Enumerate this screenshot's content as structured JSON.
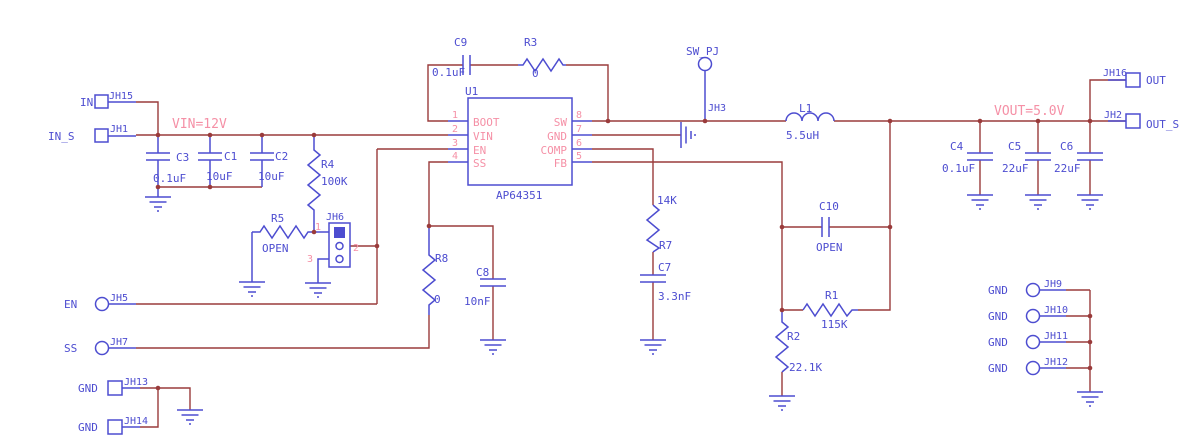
{
  "colors": {
    "background": "#ffffff",
    "wire": "#9a3b3b",
    "symbol": "#4d4dd0",
    "pin_and_net_text": "#f590a6"
  },
  "net_labels": {
    "vin": "VIN=12V",
    "vout": "VOUT=5.0V"
  },
  "ic": {
    "refdes": "U1",
    "part": "AP64351",
    "pins_left": [
      {
        "num": "1",
        "name": "BOOT"
      },
      {
        "num": "2",
        "name": "VIN"
      },
      {
        "num": "3",
        "name": "EN"
      },
      {
        "num": "4",
        "name": "SS"
      }
    ],
    "pins_right": [
      {
        "num": "8",
        "name": "SW"
      },
      {
        "num": "7",
        "name": "GND"
      },
      {
        "num": "6",
        "name": "COMP"
      },
      {
        "num": "5",
        "name": "FB"
      }
    ]
  },
  "ports": {
    "in": {
      "label": "IN",
      "pad": "JH15"
    },
    "in_s": {
      "label": "IN_S",
      "pad": "JH1"
    },
    "en": {
      "label": "EN",
      "pad": "JH5"
    },
    "ss": {
      "label": "SS",
      "pad": "JH7"
    },
    "gnd13": {
      "label": "GND",
      "pad": "JH13"
    },
    "gnd14": {
      "label": "GND",
      "pad": "JH14"
    },
    "out": {
      "label": "OUT",
      "pad": "JH16"
    },
    "out_s": {
      "label": "OUT_S",
      "pad": "JH2"
    },
    "gnd9": {
      "label": "GND",
      "pad": "JH9"
    },
    "gnd10": {
      "label": "GND",
      "pad": "JH10"
    },
    "gnd11": {
      "label": "GND",
      "pad": "JH11"
    },
    "gnd12": {
      "label": "GND",
      "pad": "JH12"
    },
    "sw_tp": {
      "label": "SW_PJ",
      "pad": "JH3"
    }
  },
  "components": {
    "C1": {
      "ref": "C1",
      "value": "10uF"
    },
    "C2": {
      "ref": "C2",
      "value": "10uF"
    },
    "C3": {
      "ref": "C3",
      "value": "0.1uF"
    },
    "C4": {
      "ref": "C4",
      "value": "0.1uF"
    },
    "C5": {
      "ref": "C5",
      "value": "22uF"
    },
    "C6": {
      "ref": "C6",
      "value": "22uF"
    },
    "C7": {
      "ref": "C7",
      "value": "3.3nF"
    },
    "C8": {
      "ref": "C8",
      "value": "10nF"
    },
    "C9": {
      "ref": "C9",
      "value": "0.1uF"
    },
    "C10": {
      "ref": "C10",
      "value": "OPEN"
    },
    "R1": {
      "ref": "R1",
      "value": "115K"
    },
    "R2": {
      "ref": "R2",
      "value": "22.1K"
    },
    "R3": {
      "ref": "R3",
      "value": "0"
    },
    "R4": {
      "ref": "R4",
      "value": "100K"
    },
    "R5": {
      "ref": "R5",
      "value": "OPEN"
    },
    "R7": {
      "ref": "R7",
      "value": "14K"
    },
    "R8": {
      "ref": "R8",
      "value": "0"
    },
    "L1": {
      "ref": "L1",
      "value": "5.5uH"
    }
  },
  "jumper": {
    "ref": "JH6",
    "pin1": "1",
    "pin2": "2",
    "pin3": "3"
  }
}
